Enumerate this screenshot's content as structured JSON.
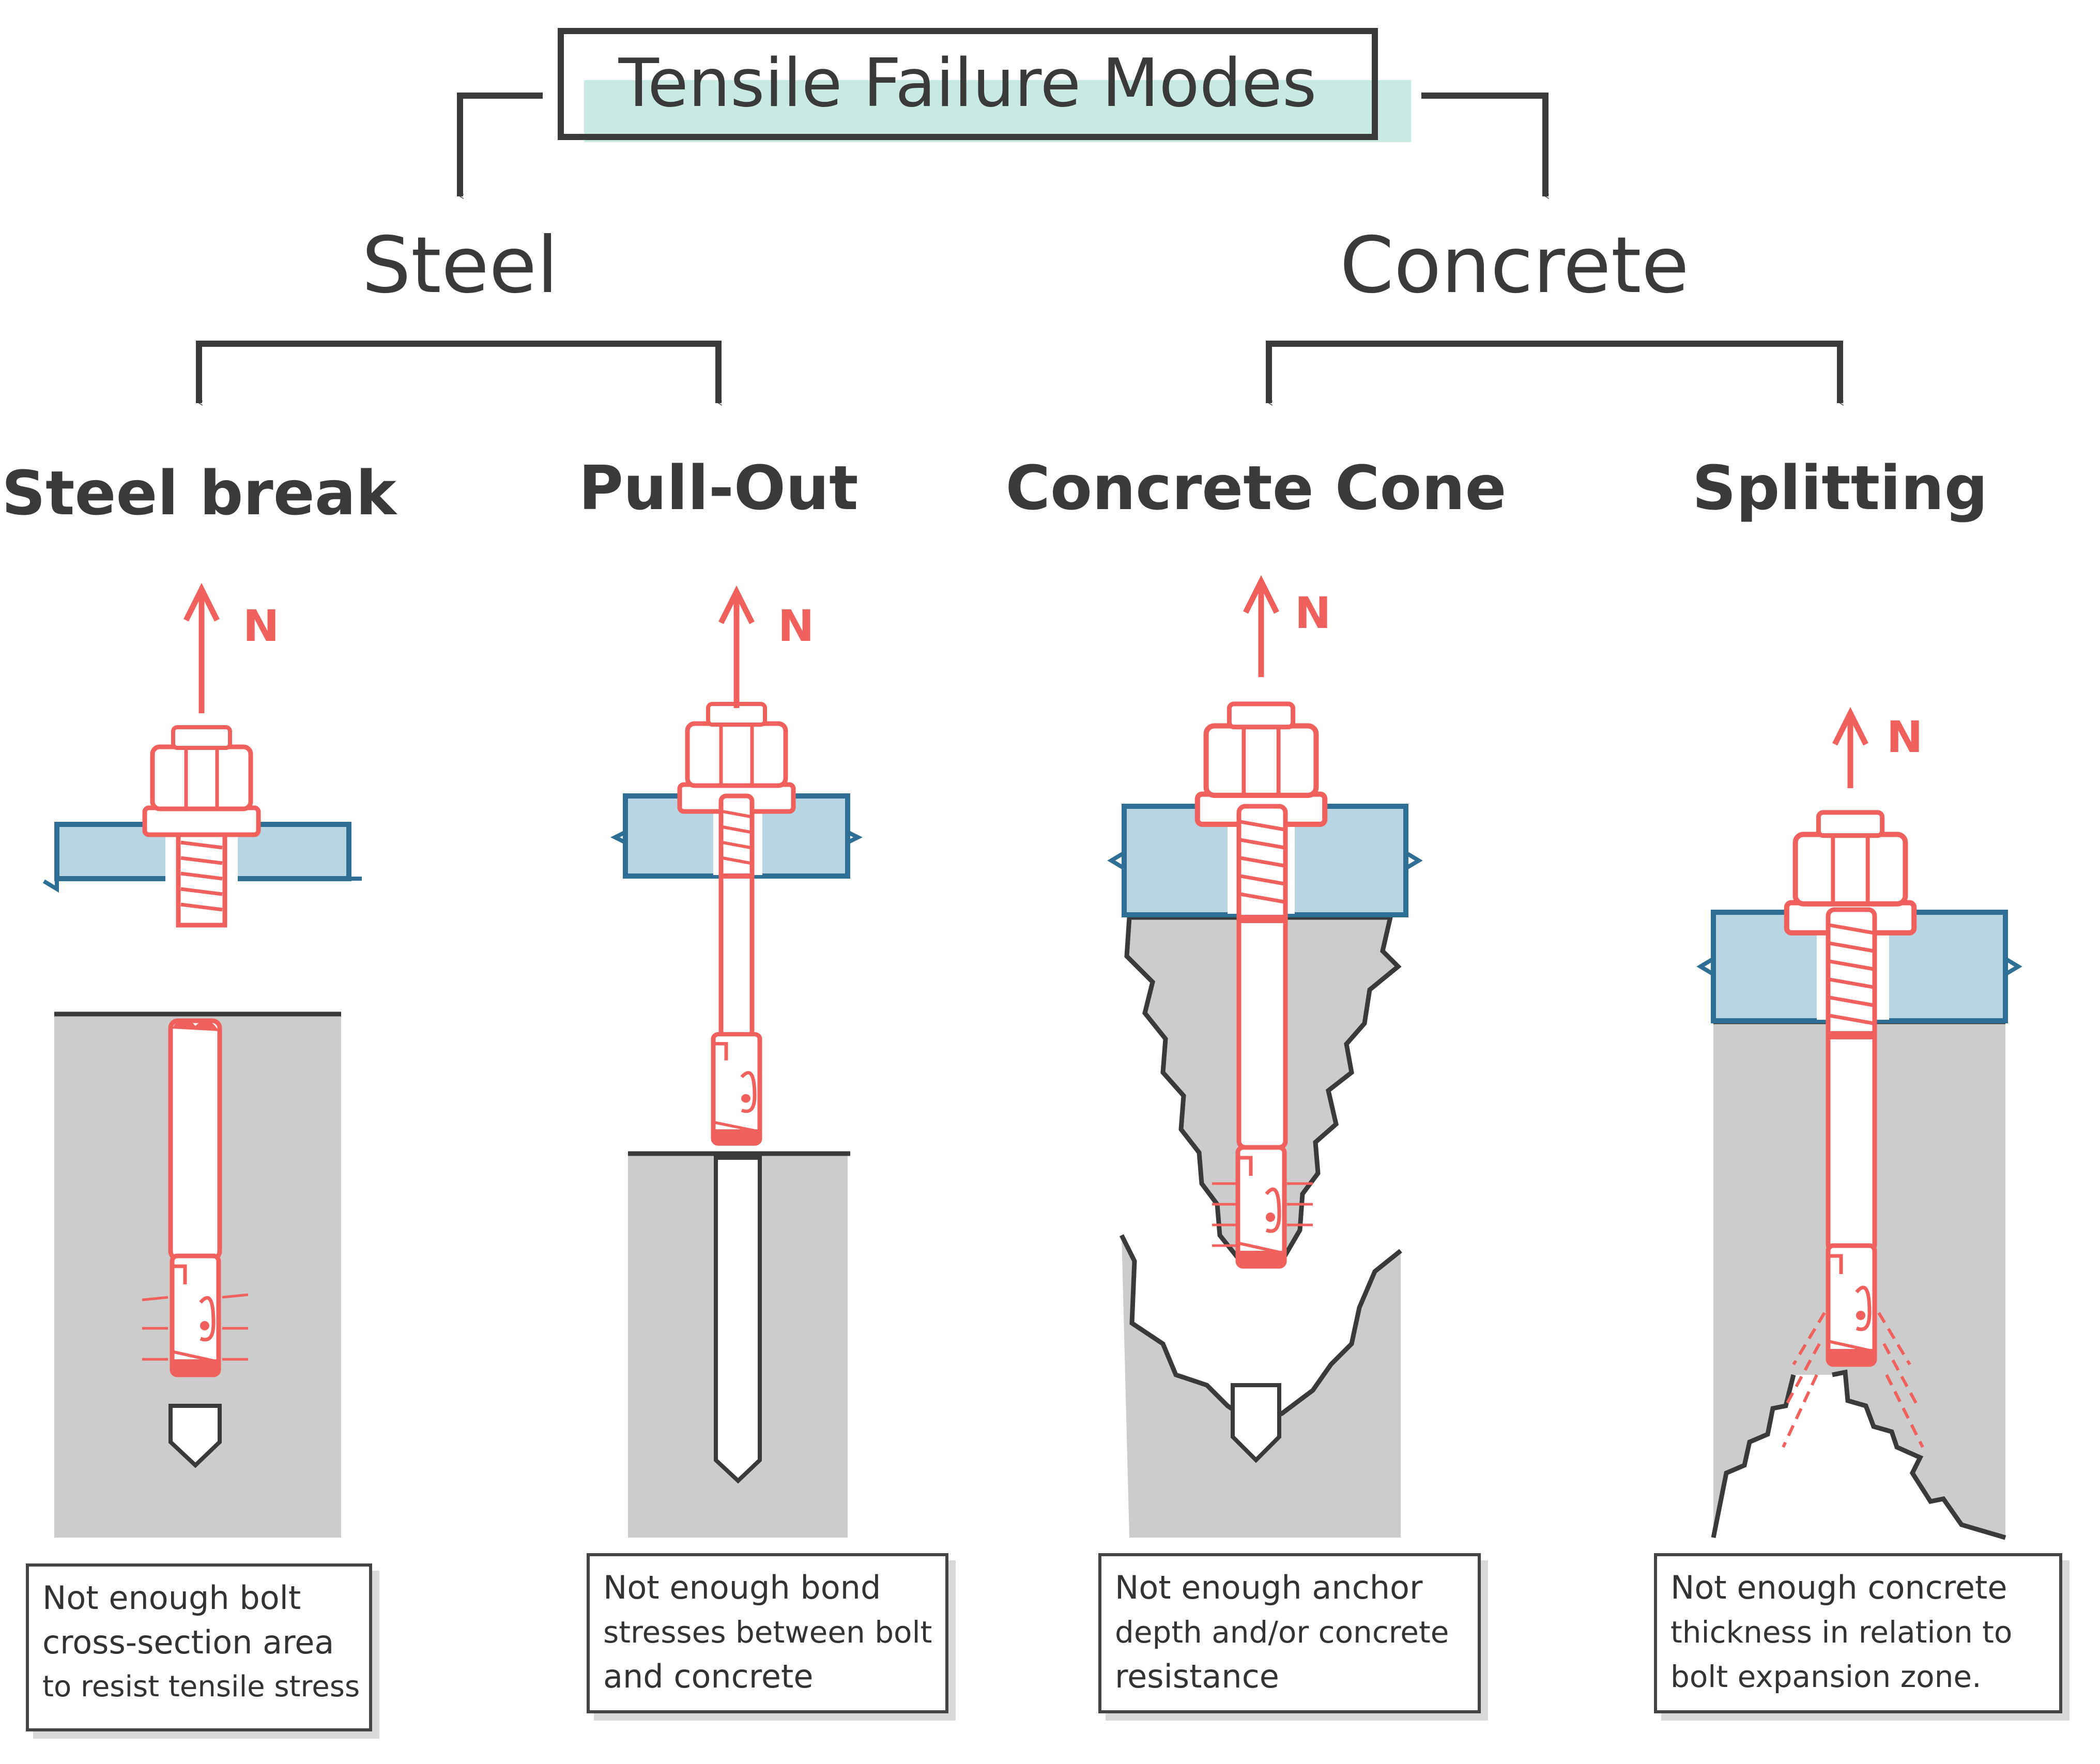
{
  "title": "Tensile Failure Modes",
  "categories": [
    {
      "label": "Steel",
      "modes": [
        {
          "label": "Steel break",
          "force": "N",
          "note": [
            "Not enough bolt",
            "cross-section area",
            "to resist tensile stress"
          ]
        },
        {
          "label": "Pull-Out",
          "force": "N",
          "note": [
            "Not enough bond",
            "stresses between bolt",
            "and concrete"
          ]
        }
      ]
    },
    {
      "label": "Concrete",
      "modes": [
        {
          "label": "Concrete Cone",
          "force": "N",
          "note": [
            "Not enough anchor",
            "depth and/or concrete",
            "resistance"
          ]
        },
        {
          "label": "Splitting",
          "force": "N",
          "note": [
            "Not enough concrete",
            "thickness in relation to",
            "bolt expansion zone."
          ]
        }
      ]
    }
  ],
  "colors": {
    "ink": "#3a3a3a",
    "bolt": "#f0605c",
    "plate": "#b7d5e2",
    "plate_edge": "#2f6f95",
    "concrete": "#cccccc",
    "highlight": "#bfe6df"
  }
}
